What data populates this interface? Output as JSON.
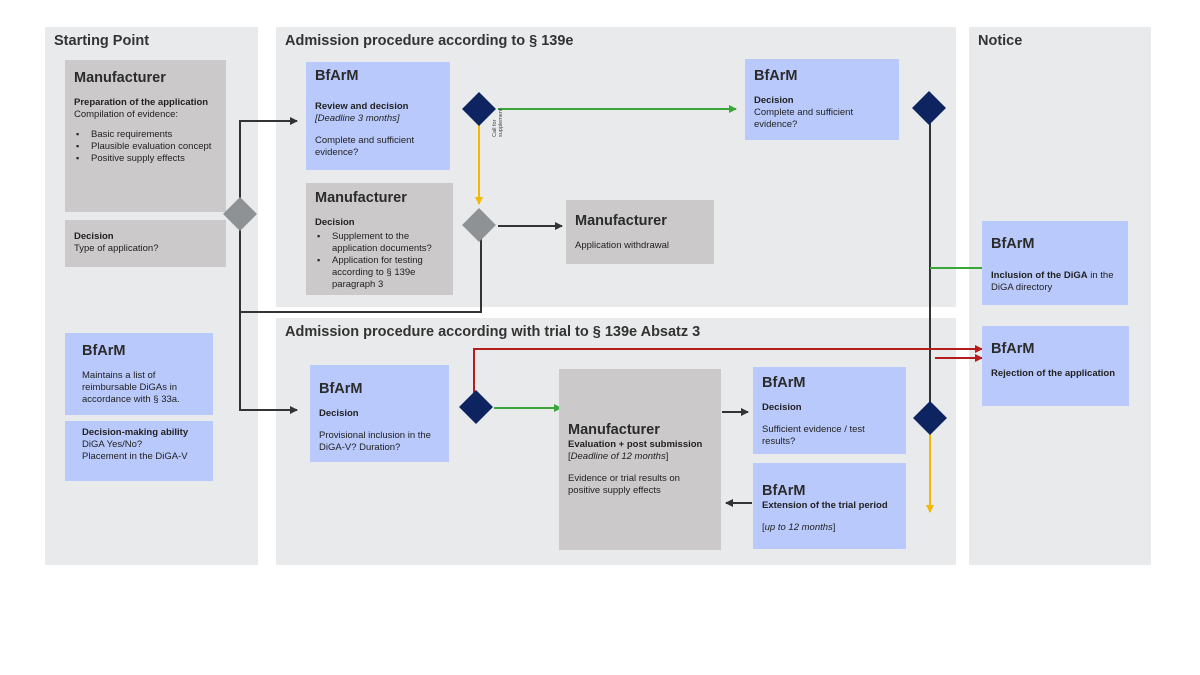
{
  "lanes": {
    "starting_point": "Starting Point",
    "admission_139e": "Admission procedure according to § 139e",
    "notice": "Notice",
    "admission_trial": "Admission procedure according with trial to § 139e Absatz 3"
  },
  "boxes": {
    "manufacturer_prep": {
      "title": "Manufacturer",
      "subtitle": "Preparation of the application",
      "line": "Compilation  of evidence:",
      "items": [
        "Basic requirements",
        "Plausible  evaluation concept",
        "Positive supply effects"
      ]
    },
    "decision_type": {
      "subtitle": "Decision",
      "line": "Type of application?"
    },
    "bfarm_list": {
      "title": "BfArM",
      "text": "Maintains a list of reimbursable DiGAs in accordance with § 33a."
    },
    "decision_ability": {
      "subtitle": "Decision-making ability",
      "line1": "DiGA Yes/No?",
      "line2": "Placement  in the DiGA-V"
    },
    "bfarm_review": {
      "title": "BfArM",
      "subtitle": "Review and decision",
      "deadline": "[Deadline 3 months]",
      "text": "Complete  and sufficient evidence?"
    },
    "manufacturer_decision": {
      "title": "Manufacturer",
      "subtitle": "Decision",
      "items": [
        "Supplement to the application documents?",
        "Application for testing according to § 139e paragraph 3"
      ]
    },
    "manufacturer_withdrawal": {
      "title": "Manufacturer",
      "text": "Application withdrawal"
    },
    "bfarm_final": {
      "title": "BfArM",
      "subtitle": "Decision",
      "text": "Complete  and sufficient evidence?"
    },
    "bfarm_inclusion": {
      "title": "BfArM",
      "bold": "Inclusion of the DiGA",
      "text": " in the DiGA directory"
    },
    "bfarm_rejection": {
      "title": "BfArM",
      "subtitle": "Rejection of the application"
    },
    "bfarm_provisional": {
      "title": "BfArM",
      "subtitle": "Decision",
      "text": "Provisional inclusion in the DiGA-V? Duration?"
    },
    "manufacturer_eval": {
      "title": "Manufacturer",
      "subtitle": "Evaluation + post submission",
      "deadline_open": "[",
      "deadline": "Deadline of 12 months",
      "deadline_close": "]",
      "text": "Evidence or trial results on positive supply effects"
    },
    "bfarm_sufficient": {
      "title": "BfArM",
      "subtitle": "Decision",
      "text": "Sufficient evidence / test results?"
    },
    "bfarm_extension": {
      "title": "BfArM",
      "subtitle": "Extension of the trial period",
      "text_open": "[",
      "text": "up to 12 months",
      "text_close": "]"
    }
  },
  "annotations": {
    "call_for_supplement": "Call for supplement"
  },
  "colors": {
    "green": "#3aa63a",
    "yellow": "#f5b800",
    "red": "#b51c1c",
    "dark": "#333333",
    "navy": "#0d2461"
  }
}
